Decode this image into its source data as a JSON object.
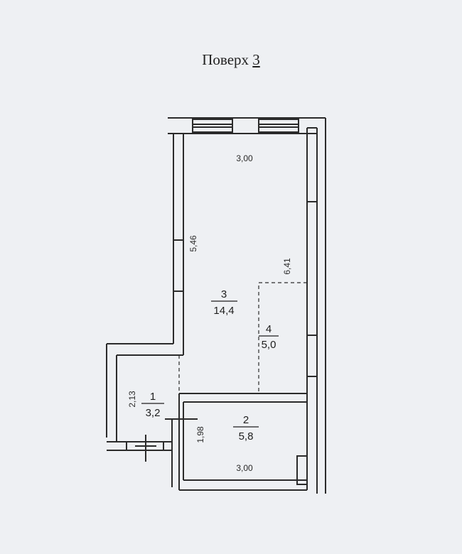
{
  "floor": {
    "prefix": "Поверх",
    "number": "3"
  },
  "dimensions": {
    "top_width": "3,00",
    "left_length": "5,46",
    "right_length": "6,41",
    "anteroom_width": "2,13",
    "bath_length": "1,98",
    "bottom_width": "3,00"
  },
  "rooms": [
    {
      "number": "1",
      "area": "3,2"
    },
    {
      "number": "2",
      "area": "5,8"
    },
    {
      "number": "3",
      "area": "14,4"
    },
    {
      "number": "4",
      "area": "5,0"
    }
  ],
  "colors": {
    "background": "#eef0f3",
    "line": "#2b2b2b"
  }
}
